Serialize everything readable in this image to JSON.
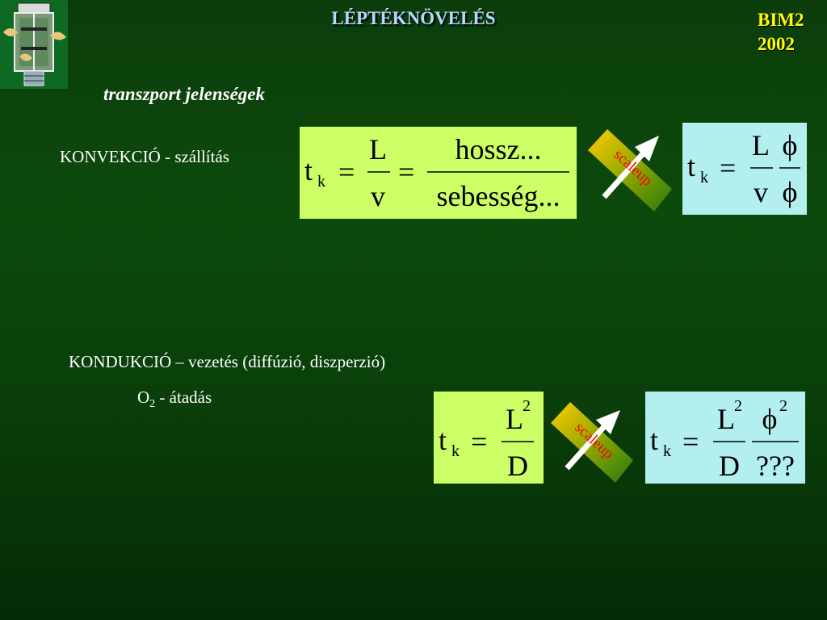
{
  "slide": {
    "title": "LÉPTÉKNÖVELÉS",
    "corner": [
      "BIM2",
      "2002"
    ],
    "subtitle": "transzport jelenségek",
    "konvekcio_label": "KONVEKCIÓ - szállítás",
    "kondukcio_label": "KONDUKCIÓ – vezetés (diffúzió, diszperzió)",
    "o2": {
      "main": "O",
      "sub": "2",
      "rest": " - átadás"
    }
  },
  "formulas": {
    "convection": {
      "lhs": "t",
      "lhs_sub": "k",
      "eq": "=",
      "num1": "L",
      "den1": "v",
      "num2": "hossz...",
      "den2": "sebesség..."
    },
    "convection_scaled": {
      "lhs": "t",
      "lhs_sub": "k",
      "eq": "=",
      "num1": "L",
      "den1": "v",
      "num2": "ϕ",
      "den2": "ϕ"
    },
    "conduction": {
      "lhs": "t",
      "lhs_sub": "k",
      "eq": "=",
      "num1": "L",
      "num1_sup": "2",
      "den1": "D"
    },
    "conduction_scaled": {
      "lhs": "t",
      "lhs_sub": "k",
      "eq": "=",
      "num1": "L",
      "num1_sup": "2",
      "den1": "D",
      "num2": "ϕ",
      "num2_sup": "2",
      "den2": "???"
    }
  },
  "scaleup_label": "scaleup",
  "colors": {
    "formula_green": "#ccff66",
    "formula_blue": "#b3efef",
    "title": "#b4d8ff",
    "corner": "#ffff00",
    "scaleup_text": "#ff0000"
  },
  "icons": {
    "logo": "bioreactor-logo-icon",
    "arrow": "scaleup-arrow-icon"
  }
}
